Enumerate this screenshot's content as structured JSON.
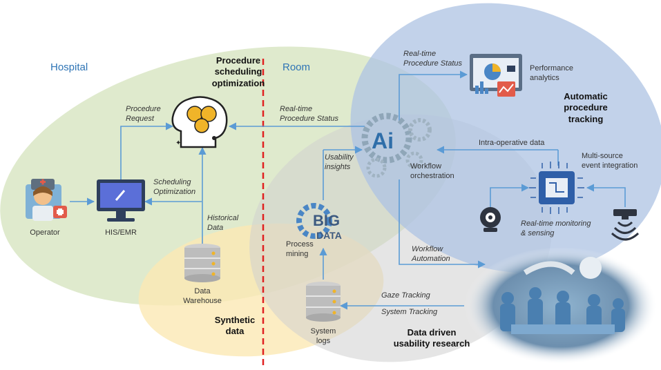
{
  "regions": {
    "hospital": "Hospital",
    "room": "Room"
  },
  "highlights": {
    "scheduling": "Procedure\nscheduling\noptimization",
    "tracking": "Automatic\nprocedure\ntracking",
    "synthetic": "Synthetic\ndata",
    "usability": "Data driven\nusability research"
  },
  "nodes": {
    "operator": "Operator",
    "his_emr": "HIS/EMR",
    "data_warehouse": "Data\nWarehouse",
    "process_mining": "Process\nmining",
    "system_logs": "System\nlogs",
    "workflow_orchestration": "Workflow\norchestration",
    "performance_analytics": "Performance\nanalytics",
    "multi_source": "Multi-source\nevent integration",
    "realtime_monitoring": "Real-time monitoring\n& sensing",
    "big_data_top": "BIG",
    "big_data_bottom": "DATA",
    "ai_label": "Ai"
  },
  "flows": {
    "procedure_request": "Procedure\nRequest",
    "scheduling_optimization": "Scheduling\nOptimization",
    "historical_data": "Historical\nData",
    "realtime_status_left": "Real-time\nProcedure Status",
    "realtime_status_top": "Real-time\nProcedure Status",
    "usability_insights": "Usability\ninsights",
    "intra_operative": "Intra-operative data",
    "workflow_automation": "Workflow\nAutomation",
    "gaze_tracking": "Gaze Tracking",
    "system_tracking": "System Tracking"
  },
  "colors": {
    "hospital_region": "#d9e6c4",
    "room_region": "#aec3e3",
    "synthetic_region": "#fbe8b4",
    "usability_region": "#d3d3d3",
    "arrow": "#5b9bd5",
    "divider": "#e02020",
    "region_label": "#2e74b5"
  }
}
